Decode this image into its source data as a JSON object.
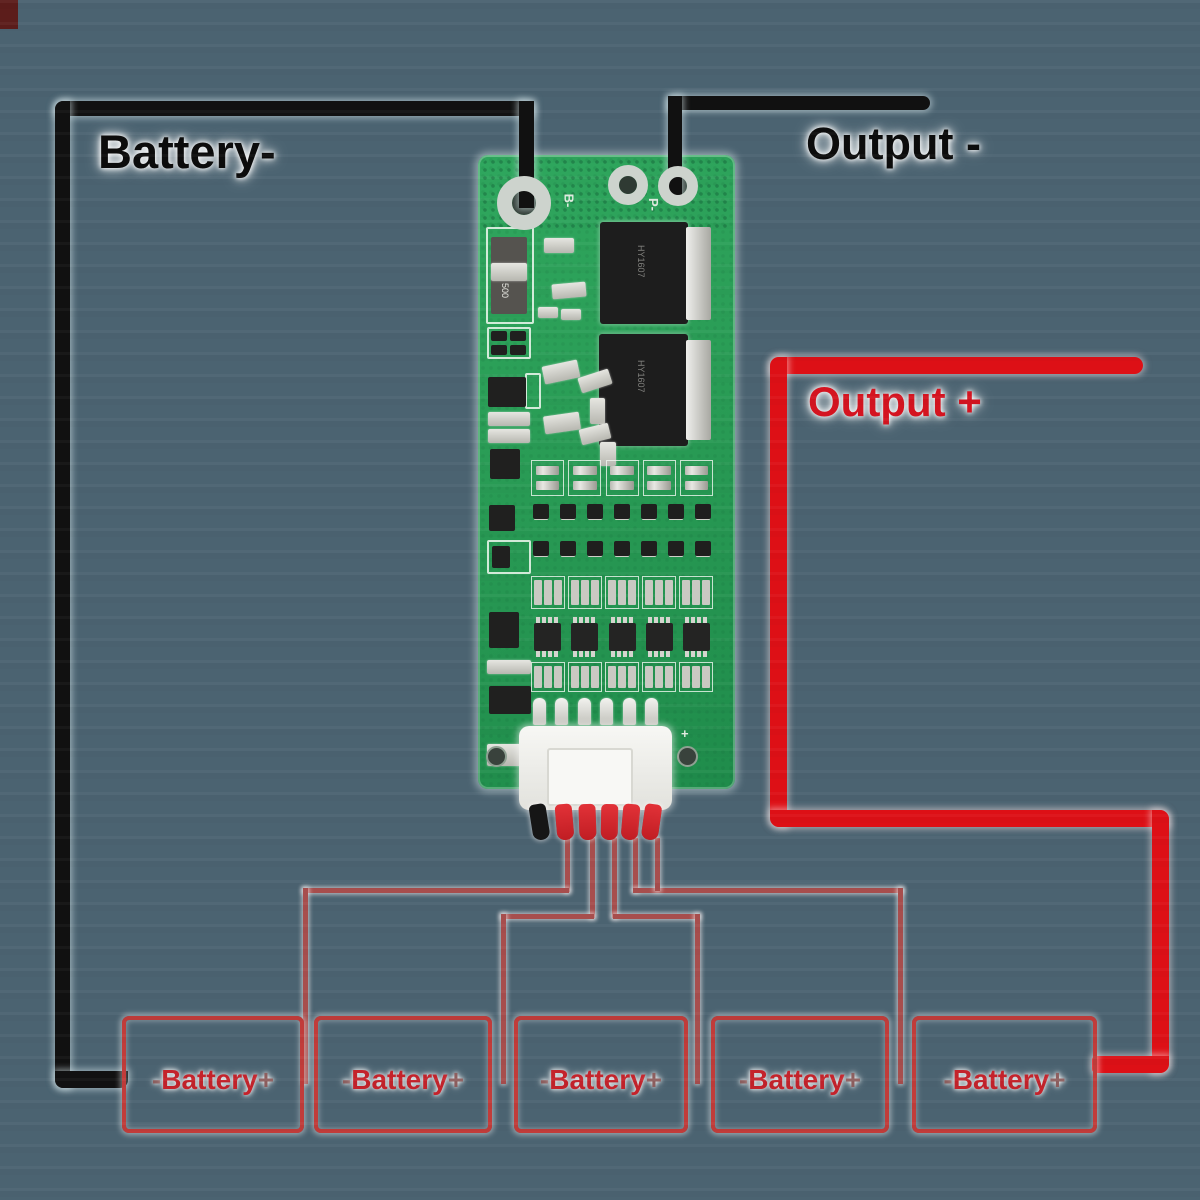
{
  "labels": {
    "battery_minus": "Battery-",
    "output_minus": "Output -",
    "output_plus": "Output +"
  },
  "battery_cells": [
    {
      "minus": "-",
      "name": "Battery",
      "plus": "+"
    },
    {
      "minus": "-",
      "name": "Battery",
      "plus": "+"
    },
    {
      "minus": "-",
      "name": "Battery",
      "plus": "+"
    },
    {
      "minus": "-",
      "name": "Battery",
      "plus": "+"
    },
    {
      "minus": "-",
      "name": "Battery",
      "plus": "+"
    }
  ],
  "pcb": {
    "silkscreen_b_minus": "B-",
    "silkscreen_p_minus": "P-",
    "silkscreen_plus": "+",
    "mosfet_marking": "HY1607",
    "resistor_marking": "500"
  },
  "colors": {
    "background": "#4b6371",
    "wire_black": "#111111",
    "wire_red_thick": "#dd1016",
    "wire_red_thin": "#a74e4d",
    "battery_box_red": "#c13c3a",
    "battery_text_red": "#c4232b",
    "battery_sign_red": "#8e5f5f",
    "output_plus_red": "#d41420",
    "pcb_green": "#2a9d56",
    "corner_maroon": "#5c1d1b"
  }
}
